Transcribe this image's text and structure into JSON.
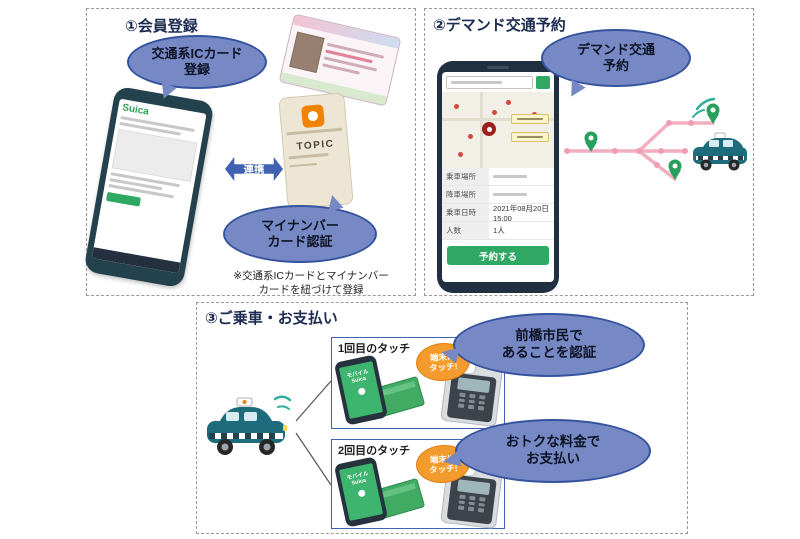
{
  "panel1": {
    "title": "①会員登録",
    "bubble_ic": {
      "line1": "交通系ICカード",
      "line2": "登録"
    },
    "link_label": "連携",
    "bubble_mynumber": {
      "line1": "マイナンバー",
      "line2": "カード認証"
    },
    "note_line1": "※交通系ICカードとマイナンバー",
    "note_line2": "カードを紐づけて登録",
    "suica_logo": "Suica",
    "reader_brand": "TOPIC"
  },
  "panel2": {
    "title": "②デマンド交通予約",
    "bubble": {
      "line1": "デマンド交通",
      "line2": "予約"
    },
    "app": {
      "labels": [
        "乗車場所",
        "降車場所",
        "乗車日時",
        "人数"
      ],
      "datetime": "2021年08月20日 15:00",
      "people": "1人",
      "button": "予約する"
    }
  },
  "panel3": {
    "title": "③ご乗車・お支払い",
    "box1_label": "1回目のタッチ",
    "box2_label": "2回目のタッチ",
    "touch": {
      "line1": "端末に",
      "line2": "タッチ!"
    },
    "bubble_auth": {
      "line1": "前橋市民で",
      "line2": "あることを認証"
    },
    "bubble_pay": {
      "line1": "おトクな料金で",
      "line2": "お支払い"
    },
    "mobile_suica": "モバイルSuica"
  },
  "colors": {
    "bubble_fill": "#7689c4",
    "bubble_border": "#35539f",
    "accent_green": "#2fa864",
    "accent_orange": "#f39b2d",
    "route_pink": "#f3aec0",
    "pin_green": "#27a05c",
    "taxi_teal": "#1e6b7c"
  }
}
